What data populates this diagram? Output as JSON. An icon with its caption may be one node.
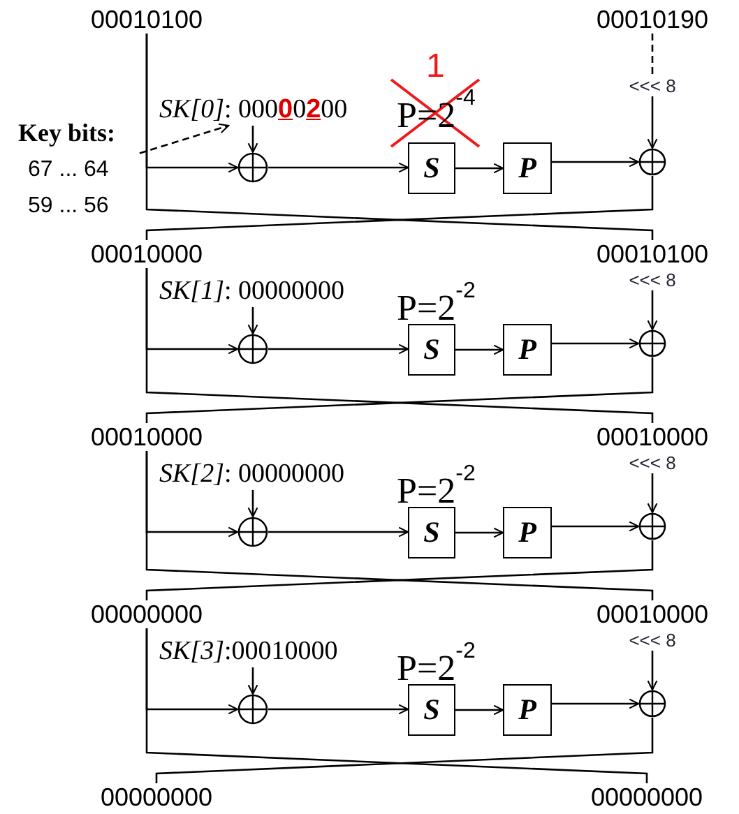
{
  "diagram": {
    "nodes": [
      {
        "text": [
          "Key bits:",
          "67 ... 64",
          "59 ... 56"
        ]
      },
      {
        "text": [
          "00010100"
        ]
      },
      {
        "text": [
          "00010190"
        ]
      },
      {
        "text": [
          "*SK[0]*: 000**0**0**2**00"
        ]
      },
      {
        "text": [
          "<<< 8"
        ]
      },
      {
        "text": [],
        "shape": "circle"
      },
      {
        "text": [
          "S"
        ]
      },
      {
        "text": [
          "P"
        ]
      },
      {
        "text": [],
        "shape": "circle"
      },
      {
        "text": [
          "00010000"
        ]
      },
      {
        "text": [
          "00010100"
        ]
      },
      {
        "text": [
          "*SK[1]*: 00000000"
        ]
      },
      {
        "text": [
          "<<< 8"
        ]
      },
      {
        "text": [],
        "shape": "circle"
      },
      {
        "text": [
          "S"
        ]
      },
      {
        "text": [
          "P"
        ]
      },
      {
        "text": [],
        "shape": "circle"
      },
      {
        "text": [
          "00010000"
        ]
      },
      {
        "text": [
          "00010000"
        ]
      },
      {
        "text": [
          "*SK[2]*: 00000000"
        ]
      },
      {
        "text": [
          "<<< 8"
        ]
      },
      {
        "text": [],
        "shape": "circle"
      },
      {
        "text": [
          "S"
        ]
      },
      {
        "text": [
          "P"
        ]
      },
      {
        "text": [],
        "shape": "circle"
      },
      {
        "text": [
          "00000000"
        ]
      },
      {
        "text": [
          "00010000"
        ]
      },
      {
        "text": [
          "*SK[3]*:00010000"
        ]
      },
      {
        "text": [
          "<<< 8"
        ]
      },
      {
        "text": [],
        "shape": "circle"
      },
      {
        "text": [
          "S"
        ]
      },
      {
        "text": [
          "P"
        ]
      },
      {
        "text": [],
        "shape": "circle"
      },
      {
        "text": [
          "00000000"
        ]
      },
      {
        "text": [
          "00000000"
        ]
      }
    ],
    "edges": [
      {
        "from": 0,
        "to": 3,
        "arrow": "to",
        "style": "dashed"
      },
      {
        "from": 2,
        "to": 4,
        "arrow": "none",
        "style": "dashed"
      },
      {
        "from": 1,
        "to": 5,
        "arrow": "to"
      },
      {
        "from": 3,
        "to": 5,
        "arrow": "to"
      },
      {
        "from": 5,
        "to": 6,
        "arrow": "to"
      },
      {
        "from": 6,
        "to": 7,
        "arrow": "to"
      },
      {
        "from": 7,
        "to": 8,
        "arrow": "to"
      },
      {
        "from": 4,
        "to": 8,
        "arrow": "to"
      },
      {
        "from": 1,
        "to": 10,
        "arrow": "none"
      },
      {
        "from": 8,
        "to": 9,
        "arrow": "none"
      },
      {
        "from": 9,
        "to": 13,
        "arrow": "to"
      },
      {
        "from": 11,
        "to": 13,
        "arrow": "to"
      },
      {
        "from": 13,
        "to": 14,
        "arrow": "to"
      },
      {
        "from": 14,
        "to": 15,
        "arrow": "to"
      },
      {
        "from": 15,
        "to": 16,
        "arrow": "to"
      },
      {
        "from": 12,
        "to": 16,
        "arrow": "to"
      },
      {
        "from": 9,
        "to": 18,
        "arrow": "none"
      },
      {
        "from": 16,
        "to": 17,
        "arrow": "none"
      },
      {
        "from": 17,
        "to": 21,
        "arrow": "to"
      },
      {
        "from": 19,
        "to": 21,
        "arrow": "to"
      },
      {
        "from": 21,
        "to": 22,
        "arrow": "to"
      },
      {
        "from": 22,
        "to": 23,
        "arrow": "to"
      },
      {
        "from": 23,
        "to": 24,
        "arrow": "to"
      },
      {
        "from": 20,
        "to": 24,
        "arrow": "to"
      },
      {
        "from": 17,
        "to": 26,
        "arrow": "none"
      },
      {
        "from": 24,
        "to": 25,
        "arrow": "none"
      },
      {
        "from": 25,
        "to": 29,
        "arrow": "to"
      },
      {
        "from": 27,
        "to": 29,
        "arrow": "to"
      },
      {
        "from": 29,
        "to": 30,
        "arrow": "to"
      },
      {
        "from": 30,
        "to": 31,
        "arrow": "to"
      },
      {
        "from": 31,
        "to": 32,
        "arrow": "to"
      },
      {
        "from": 28,
        "to": 32,
        "arrow": "to"
      },
      {
        "from": 25,
        "to": 34,
        "arrow": "none"
      },
      {
        "from": 32,
        "to": 33,
        "arrow": "none"
      }
    ],
    "labels": [
      "P=2$^{-4}$",
      "1",
      "P=2$^{-2}$",
      "P=2$^{-2}$",
      "P=2$^{-2}$"
    ]
  }
}
